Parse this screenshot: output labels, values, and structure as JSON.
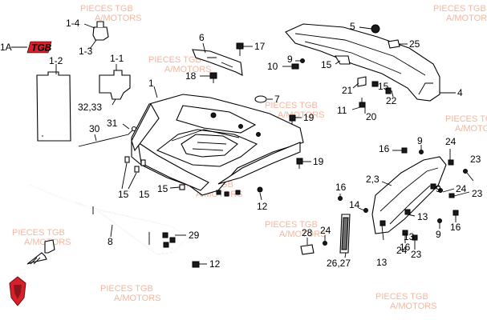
{
  "watermark": {
    "line1": "PIECES TGB",
    "line2": "A/MOTORS",
    "color": "#f2b7a0"
  },
  "brand": {
    "logo_text": "TGB",
    "logo_color": "#d9202a",
    "ref_label": "1A"
  },
  "callouts": [
    "1-4",
    "1-3",
    "1-2",
    "1-1",
    "1",
    "32,33",
    "31",
    "30",
    "6",
    "17",
    "18",
    "7",
    "19",
    "19",
    "15",
    "15",
    "15",
    "12",
    "8",
    "29",
    "12",
    "5",
    "25",
    "9",
    "10",
    "15",
    "21",
    "15",
    "22",
    "4",
    "11",
    "20",
    "16",
    "9",
    "24",
    "23",
    "2,3",
    "16",
    "9",
    "24",
    "23",
    "14",
    "13",
    "16",
    "9",
    "13",
    "16",
    "28",
    "24",
    "26,27",
    "13",
    "24",
    "23"
  ],
  "icons": {
    "front_arrow": "front-direction-arrow-icon",
    "corner_logo": "tgb-shield-icon"
  }
}
